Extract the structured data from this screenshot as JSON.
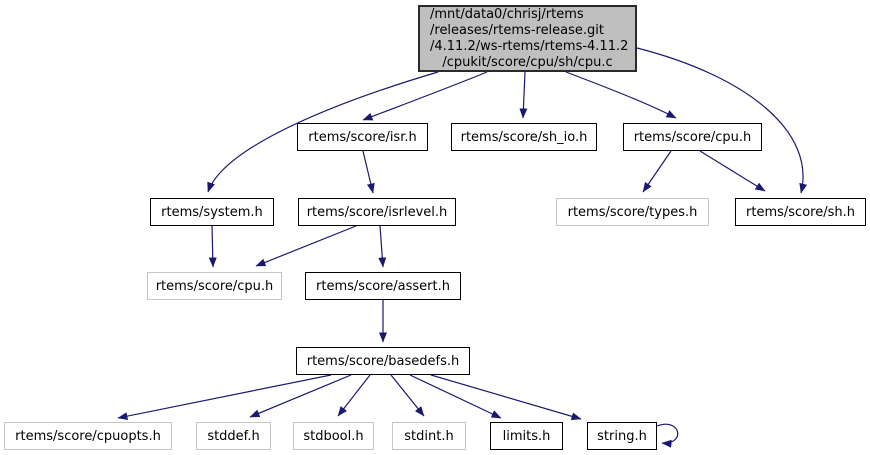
{
  "diagram": {
    "type": "include-dependency-graph",
    "colors": {
      "background": "#ffffff",
      "edge": "#191970",
      "node_border_black": "#000000",
      "node_border_gray": "#c5c5c5",
      "root_fill": "#bfbfbf",
      "root_border": "#2a2a2a",
      "text": "#000000"
    },
    "nodes": [
      {
        "id": "cpuc",
        "type": "root",
        "linked": false,
        "label_lines": [
          "/mnt/data0/chrisj/rtems",
          "/releases/rtems-release.git",
          "/4.11.2/ws-rtems/rtems-4.11.2",
          "/cpukit/score/cpu/sh/cpu.c"
        ]
      },
      {
        "id": "isr",
        "label": "rtems/score/isr.h",
        "linked": true
      },
      {
        "id": "sh_io",
        "label": "rtems/score/sh_io.h",
        "linked": true
      },
      {
        "id": "cpu2",
        "label": "rtems/score/cpu.h",
        "linked": true
      },
      {
        "id": "system",
        "label": "rtems/system.h",
        "linked": true
      },
      {
        "id": "isrlevel",
        "label": "rtems/score/isrlevel.h",
        "linked": true
      },
      {
        "id": "types",
        "label": "rtems/score/types.h",
        "linked": false
      },
      {
        "id": "sh",
        "label": "rtems/score/sh.h",
        "linked": true
      },
      {
        "id": "cpu4",
        "label": "rtems/score/cpu.h",
        "linked": false
      },
      {
        "id": "assert",
        "label": "rtems/score/assert.h",
        "linked": true
      },
      {
        "id": "basedefs",
        "label": "rtems/score/basedefs.h",
        "linked": true
      },
      {
        "id": "cpuopts",
        "label": "rtems/score/cpuopts.h",
        "linked": false
      },
      {
        "id": "stddef",
        "label": "stddef.h",
        "linked": false
      },
      {
        "id": "stdbool",
        "label": "stdbool.h",
        "linked": false
      },
      {
        "id": "stdint",
        "label": "stdint.h",
        "linked": false
      },
      {
        "id": "limits",
        "label": "limits.h",
        "linked": true
      },
      {
        "id": "string",
        "label": "string.h",
        "linked": true
      }
    ],
    "edges": [
      {
        "from": "cpuc",
        "to": "system"
      },
      {
        "from": "cpuc",
        "to": "isr"
      },
      {
        "from": "cpuc",
        "to": "sh_io"
      },
      {
        "from": "cpuc",
        "to": "cpu2"
      },
      {
        "from": "cpuc",
        "to": "sh"
      },
      {
        "from": "isr",
        "to": "isrlevel"
      },
      {
        "from": "cpu2",
        "to": "types"
      },
      {
        "from": "cpu2",
        "to": "sh"
      },
      {
        "from": "system",
        "to": "cpu4"
      },
      {
        "from": "isrlevel",
        "to": "cpu4"
      },
      {
        "from": "isrlevel",
        "to": "assert"
      },
      {
        "from": "assert",
        "to": "basedefs"
      },
      {
        "from": "basedefs",
        "to": "cpuopts"
      },
      {
        "from": "basedefs",
        "to": "stddef"
      },
      {
        "from": "basedefs",
        "to": "stdbool"
      },
      {
        "from": "basedefs",
        "to": "stdint"
      },
      {
        "from": "basedefs",
        "to": "limits"
      },
      {
        "from": "basedefs",
        "to": "string"
      },
      {
        "from": "string",
        "to": "string"
      }
    ]
  }
}
